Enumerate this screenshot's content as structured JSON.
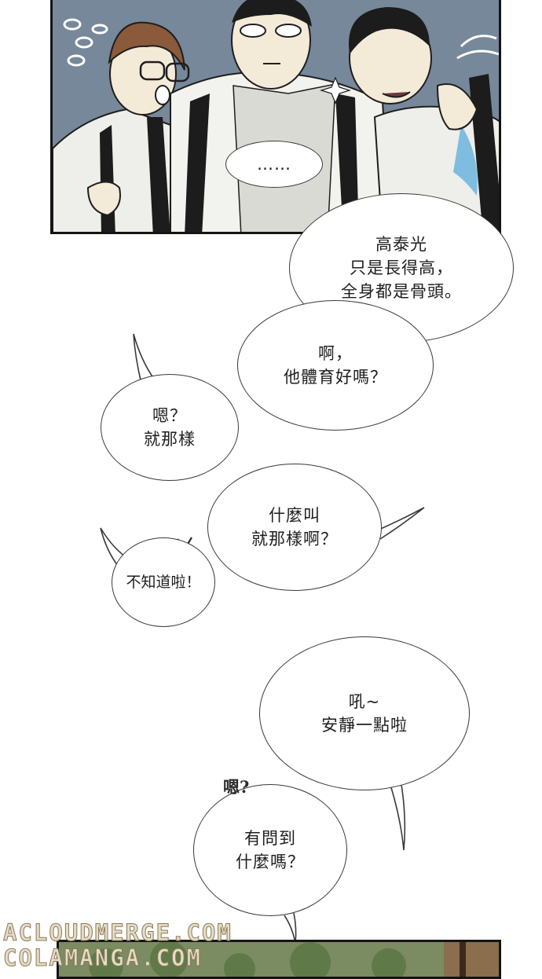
{
  "panel_top": {
    "top_right_sfx": "",
    "dots_bubble": "……"
  },
  "bubbles": [
    {
      "id": "b1",
      "text": "高泰光\n只是長得高，\n全身都是骨頭。"
    },
    {
      "id": "b2",
      "text": "啊，\n他體育好嗎？"
    },
    {
      "id": "b3",
      "text": "嗯？\n就那樣"
    },
    {
      "id": "b4",
      "text": "什麼叫\n就那樣啊？"
    },
    {
      "id": "b5",
      "text": "不知道啦！"
    },
    {
      "id": "b6",
      "text": "吼~\n安靜一點啦"
    },
    {
      "id": "b7",
      "text": "有問到\n什麼嗎？"
    }
  ],
  "sfx_hm": "嗯?",
  "watermark": [
    "ACLOUDMERGE.COM",
    "COLAMANGA.COM"
  ],
  "colors": {
    "panel_bg": "#76889a",
    "bubble_border": "#3a3a3a",
    "watermark": "#e6dcc6"
  }
}
